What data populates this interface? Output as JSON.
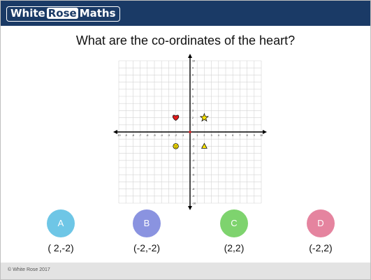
{
  "header": {
    "logo_left": "White",
    "logo_mid": "Rose",
    "logo_right": "Maths"
  },
  "question": "What are the co-ordinates of the heart?",
  "chart_data": {
    "type": "scatter",
    "xlim": [
      -10,
      10
    ],
    "ylim": [
      -10,
      10
    ],
    "grid": true,
    "x_ticks": [
      "-10",
      "-9",
      "-8",
      "-7",
      "-6",
      "-5",
      "-4",
      "-3",
      "-2",
      "-1",
      "1",
      "2",
      "3",
      "4",
      "5",
      "6",
      "7",
      "8",
      "9",
      "10"
    ],
    "y_ticks": [
      "-10",
      "-9",
      "-8",
      "-7",
      "-6",
      "-5",
      "-4",
      "-3",
      "-2",
      "-1",
      "1",
      "2",
      "3",
      "4",
      "5",
      "6",
      "7",
      "8",
      "9",
      "10"
    ],
    "points": [
      {
        "shape": "heart-icon",
        "x": -2,
        "y": 2,
        "color": "#e21b1b"
      },
      {
        "shape": "star-icon",
        "x": 2,
        "y": 2,
        "color": "#ffe600"
      },
      {
        "shape": "smiley-icon",
        "x": -2,
        "y": -2,
        "color": "#ffe600"
      },
      {
        "shape": "triangle-icon",
        "x": 2,
        "y": -2,
        "color": "#ffe600"
      }
    ]
  },
  "options": [
    {
      "letter": "A",
      "answer": "( 2,-2)",
      "color": "#6ec6e6"
    },
    {
      "letter": "B",
      "answer": "(-2,-2)",
      "color": "#8a93e0"
    },
    {
      "letter": "C",
      "answer": "(2,2)",
      "color": "#7ed36e"
    },
    {
      "letter": "D",
      "answer": "(-2,2)",
      "color": "#e5849f"
    }
  ],
  "footer": {
    "copyright": "© White Rose 2017"
  }
}
